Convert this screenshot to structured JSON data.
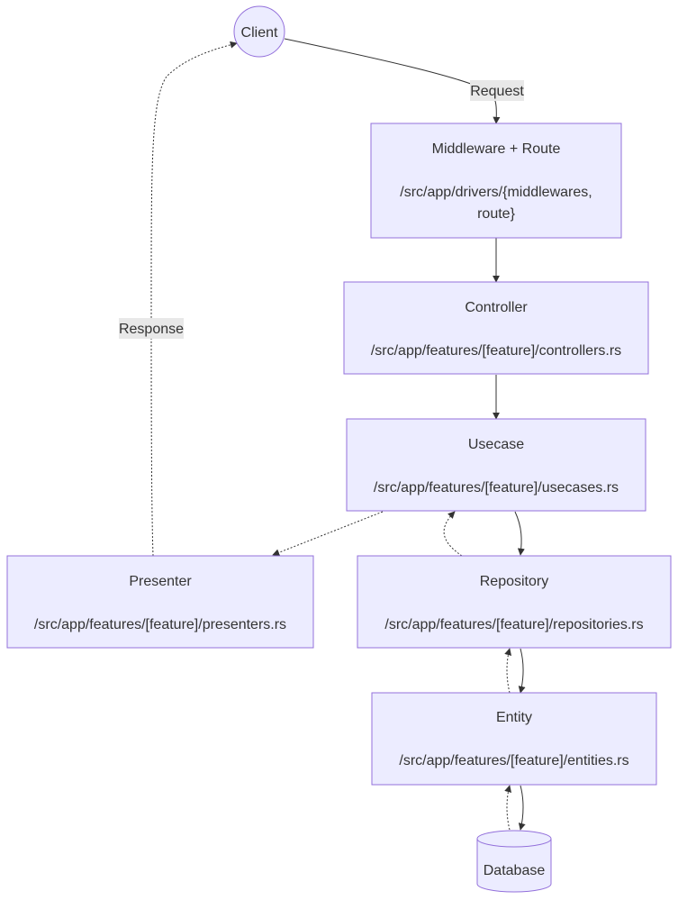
{
  "nodes": {
    "client": {
      "label": "Client"
    },
    "middleware": {
      "title": "Middleware + Route",
      "path_line1": "/src/app/drivers/{middlewares,",
      "path_line2": "route}"
    },
    "controller": {
      "title": "Controller",
      "path": "/src/app/features/[feature]/controllers.rs"
    },
    "usecase": {
      "title": "Usecase",
      "path": "/src/app/features/[feature]/usecases.rs"
    },
    "presenter": {
      "title": "Presenter",
      "path": "/src/app/features/[feature]/presenters.rs"
    },
    "repository": {
      "title": "Repository",
      "path": "/src/app/features/[feature]/repositories.rs"
    },
    "entity": {
      "title": "Entity",
      "path": "/src/app/features/[feature]/entities.rs"
    },
    "database": {
      "label": "Database"
    }
  },
  "edges": {
    "request": {
      "label": "Request"
    },
    "response": {
      "label": "Response"
    }
  },
  "colors": {
    "node_fill": "#ECECFF",
    "node_stroke": "#9370DB",
    "edge": "#333333",
    "label_bg": "#e8e8e8"
  }
}
